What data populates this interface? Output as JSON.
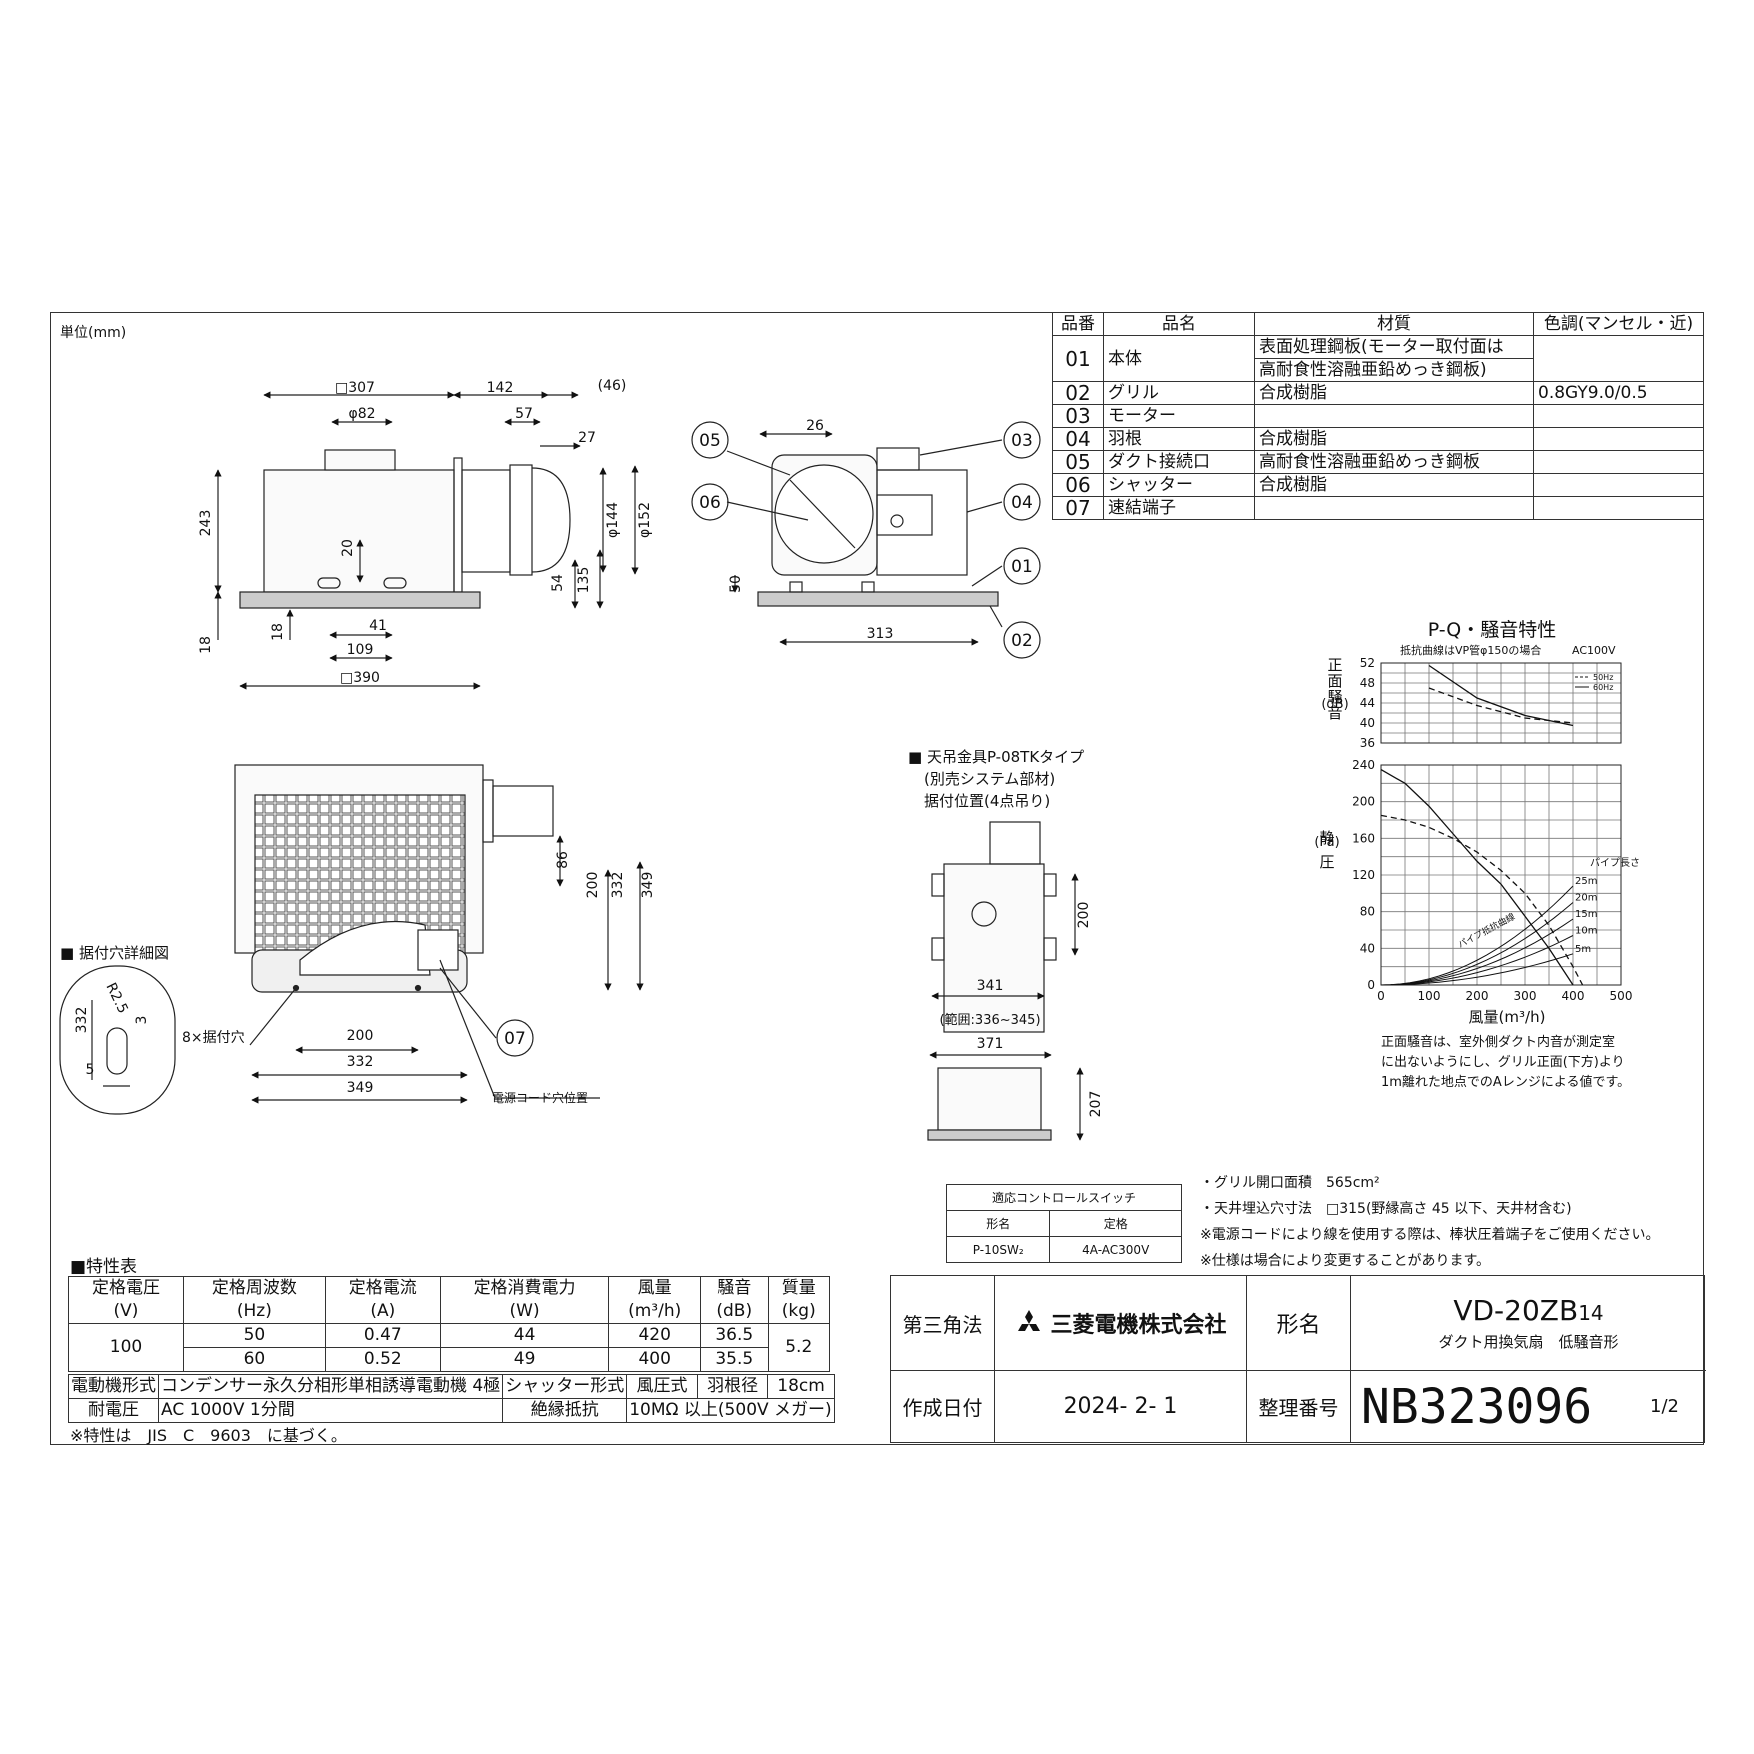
{
  "unit_label": "単位(mm)",
  "parts_table": {
    "headers": [
      "品番",
      "品名",
      "材質",
      "色調(マンセル・近)"
    ],
    "rows": [
      {
        "no": "01",
        "name": "本体",
        "material": "表面処理鋼板(モーター取付面は",
        "material2": "高耐食性溶融亜鉛めっき鋼板)",
        "color": ""
      },
      {
        "no": "02",
        "name": "グリル",
        "material": "合成樹脂",
        "material2": "",
        "color": "0.8GY9.0/0.5"
      },
      {
        "no": "03",
        "name": "モーター",
        "material": "",
        "material2": "",
        "color": ""
      },
      {
        "no": "04",
        "name": "羽根",
        "material": "合成樹脂",
        "material2": "",
        "color": ""
      },
      {
        "no": "05",
        "name": "ダクト接続口",
        "material": "高耐食性溶融亜鉛めっき鋼板",
        "material2": "",
        "color": ""
      },
      {
        "no": "06",
        "name": "シャッター",
        "material": "合成樹脂",
        "material2": "",
        "color": ""
      },
      {
        "no": "07",
        "name": "速結端子",
        "material": "",
        "material2": "",
        "color": ""
      }
    ]
  },
  "dims": {
    "d307": "□307",
    "d142": "142",
    "d46": "(46)",
    "d82": "φ82",
    "d57": "57",
    "d27": "27",
    "d243": "243",
    "d20": "20",
    "d144": "φ144",
    "d152": "φ152",
    "d54": "54",
    "d135": "135",
    "d18a": "18",
    "d18b": "18",
    "d41": "41",
    "d109": "109",
    "d390": "□390",
    "d26": "26",
    "d50": "50",
    "d313": "313",
    "d86": "86",
    "d200v": "200",
    "d332v": "332",
    "d349v": "349",
    "d200h": "200",
    "d332h": "332",
    "d349h": "349",
    "hole_count": "8×据付穴",
    "cord_hole": "電源コード穴位置",
    "detail_title": "■ 据付穴詳細図",
    "r25": "R2.5",
    "d332s": "332",
    "d3": "3",
    "d5": "5",
    "hanger_title": "■ 天吊金具P-08TKタイプ",
    "hanger_sub1": "(別売システム部材)",
    "hanger_sub2": "据付位置(4点吊り)",
    "h200": "200",
    "h341": "341",
    "h_range": "(範囲:336~345)",
    "h371": "371",
    "h207": "207"
  },
  "callouts": [
    "05",
    "06",
    "03",
    "04",
    "01",
    "02",
    "07"
  ],
  "chart_data": {
    "type": "line",
    "title": "P-Q・騒音特性",
    "subtitle_left": "抵抗曲線はVP管φ150の場合",
    "subtitle_right": "AC100V",
    "noise_ylabel": [
      "正",
      "面",
      "騒",
      "音"
    ],
    "noise_yunit": "(dB)",
    "noise_ylim": [
      36,
      52
    ],
    "noise_yticks": [
      "52",
      "48",
      "44",
      "40",
      "36"
    ],
    "pressure_ylabel": [
      "静",
      "圧"
    ],
    "pressure_yunit": "(Pa)",
    "pressure_ylim": [
      0,
      240
    ],
    "pressure_yticks": [
      "240",
      "200",
      "160",
      "120",
      "80",
      "40",
      "0"
    ],
    "xlabel": "風量(m³/h)",
    "xlim": [
      0,
      500
    ],
    "xticks": [
      "0",
      "100",
      "200",
      "300",
      "400",
      "500"
    ],
    "legend": [
      "50Hz",
      "60Hz"
    ],
    "pipe_label": "パイプ長さ",
    "pipe_curve_label": "パイプ抵抗曲線",
    "pipe_lengths": [
      "25m",
      "20m",
      "15m",
      "10m",
      "5m"
    ],
    "series": [
      {
        "name": "50Hz",
        "kind": "noise",
        "x": [
          100,
          200,
          300,
          400
        ],
        "y": [
          47,
          43.5,
          41,
          40
        ]
      },
      {
        "name": "60Hz",
        "kind": "noise",
        "x": [
          100,
          200,
          300,
          400
        ],
        "y": [
          51.5,
          45,
          41.5,
          39.5
        ]
      },
      {
        "name": "50Hz",
        "kind": "pressure",
        "x": [
          0,
          50,
          100,
          150,
          200,
          250,
          300,
          350,
          400,
          420
        ],
        "y": [
          185,
          180,
          172,
          160,
          145,
          125,
          100,
          65,
          20,
          0
        ]
      },
      {
        "name": "60Hz",
        "kind": "pressure",
        "x": [
          0,
          50,
          100,
          150,
          200,
          250,
          300,
          350,
          390,
          400
        ],
        "y": [
          235,
          220,
          195,
          165,
          135,
          110,
          75,
          40,
          8,
          0
        ]
      }
    ],
    "pipe_curves": [
      {
        "label": "25m",
        "end_y": 108
      },
      {
        "label": "20m",
        "end_y": 90
      },
      {
        "label": "15m",
        "end_y": 72
      },
      {
        "label": "10m",
        "end_y": 54
      },
      {
        "label": "5m",
        "end_y": 34
      }
    ],
    "note": [
      "正面騒音は、室外側ダクト内音が測定室",
      "に出ないようにし、グリル正面(下方)より",
      "1m離れた地点でのAレンジによる値です。"
    ]
  },
  "control_switch": {
    "title": "適応コントロールスイッチ",
    "h_model": "形名",
    "h_rating": "定格",
    "model": "P-10SW₂",
    "rating": "4A-AC300V"
  },
  "notes": [
    "・グリル開口面積　565cm²",
    "・天井埋込穴寸法　□315(野縁高さ 45 以下、天井材含む)",
    "※電源コードにより線を使用する際は、棒状圧着端子をご使用ください。",
    "※仕様は場合により変更することがあります。"
  ],
  "spec_table": {
    "title": "■特性表",
    "headers": [
      [
        "定格電圧",
        "(V)"
      ],
      [
        "定格周波数",
        "(Hz)"
      ],
      [
        "定格電流",
        "(A)"
      ],
      [
        "定格消費電力",
        "(W)"
      ],
      [
        "風量",
        "(m³/h)"
      ],
      [
        "騒音",
        "(dB)"
      ],
      [
        "質量",
        "(kg)"
      ]
    ],
    "voltage": "100",
    "rows": [
      {
        "hz": "50",
        "a": "0.47",
        "w": "44",
        "flow": "420",
        "db": "36.5"
      },
      {
        "hz": "60",
        "a": "0.52",
        "w": "49",
        "flow": "400",
        "db": "35.5"
      }
    ],
    "mass": "5.2",
    "motor_label": "電動機形式",
    "motor_value": "コンデンサー永久分相形単相誘導電動機 4極",
    "shutter_label": "シャッター形式",
    "shutter_value": "風圧式",
    "blade_label": "羽根径",
    "blade_value": "18cm",
    "withstand_label": "耐電圧",
    "withstand_value": "AC 1000V 1分間",
    "insulation_label": "絶縁抵抗",
    "insulation_value": "10MΩ 以上(500V メガー)",
    "footnote": "※特性は　JIS　C　9603　に基づく。"
  },
  "title_block": {
    "projection": "第三角法",
    "company": "三菱電機株式会社",
    "model_label": "形名",
    "model": "VD-20ZB",
    "model_sub": "14",
    "description": "ダクト用換気扇　低騒音形",
    "date_label": "作成日付",
    "date": "2024- 2- 1",
    "number_label": "整理番号",
    "number": "NB323096",
    "page": "1/2"
  }
}
